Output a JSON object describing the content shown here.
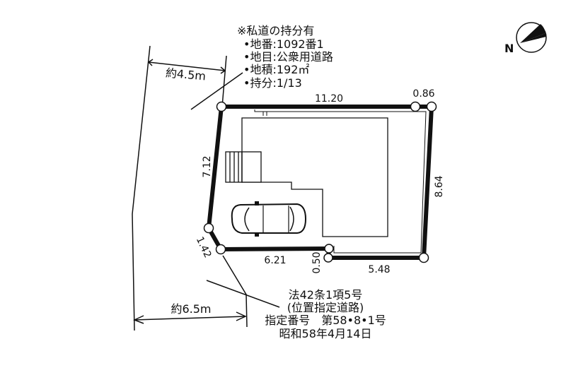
{
  "compass": {
    "label": "N"
  },
  "private_road_note": {
    "title": "※私道の持分有",
    "lines": [
      "•地番:1092番1",
      "•地目:公衆用道路",
      "•地積:192㎡",
      "•持分:1/13"
    ]
  },
  "road_widths": {
    "north": "約4.5m",
    "south": "約6.5m"
  },
  "dimensions": {
    "top": "11.20",
    "top_right": "0.86",
    "left": "7.12",
    "right": "8.64",
    "corner": "1.42",
    "bottom_left": "6.21",
    "step": "0.50",
    "bottom_right": "5.48"
  },
  "road_designation": {
    "lines": [
      "法42条1項5号",
      "(位置指定道路)",
      "指定番号　第58•8•1号",
      "昭和58年4月14日"
    ]
  },
  "colors": {
    "line": "#111111",
    "background": "#ffffff"
  }
}
